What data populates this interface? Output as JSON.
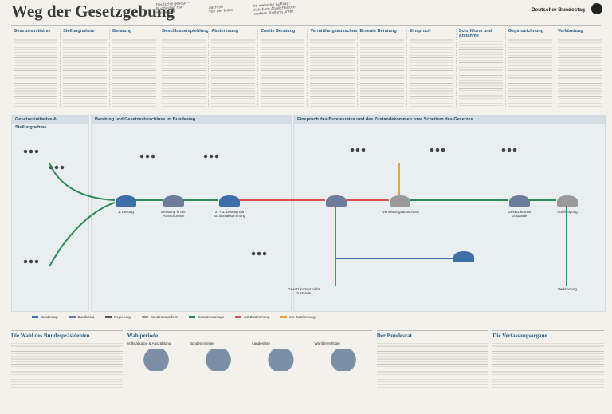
{
  "title": "Weg der Gesetzgebung",
  "brand": "Deutscher Bundestag",
  "handwritten": [
    "Deutsche gesagt —\nBundestag mit\nBundesrat",
    "nach 50\nvon der Mitte",
    "Im weiteren Auftrag:\nsichtbare Ähnlichkeiten,\nweitere Stellung unter"
  ],
  "columns": [
    "Gesetzesinitiative",
    "Stellungnahme",
    "Beratung",
    "Beschlussempfehlung",
    "Abstimmung",
    "Zweite Beratung",
    "Vermittlungsausschuss",
    "Erneute Beratung",
    "Einspruch",
    "Schriftform und Annahme",
    "Gegenzeichnung",
    "Verkündung"
  ],
  "panels": {
    "p1": "Gesetzesinitiative & Stellungnahme",
    "p2": "Beratung und Gesetzesbeschluss im Bundestag",
    "p3": "Einspruch des Bundesrates und des Zustandekommen bzw. Scheitern des Gesetzes"
  },
  "nodes": {
    "n1": "1. Lesung",
    "n2": "Beratung in den Ausschüssen",
    "n3": "2. + 3. Lesung mit Schlussabstimmung",
    "n4": "Vermittlungsausschuss",
    "n5": "Gesetz kommt zustande",
    "n6": "Gesetz kommt nicht zustande",
    "n7": "Ausfertigung",
    "n8": "Verkündung"
  },
  "legend": [
    {
      "label": "Bundestag",
      "color": "#3f6fa8"
    },
    {
      "label": "Bundesrat",
      "color": "#6d7c9a"
    },
    {
      "label": "Regierung",
      "color": "#555555"
    },
    {
      "label": "Bundespräsident",
      "color": "#9a9a9a"
    },
    {
      "label": "Gesetzesvorlage",
      "color": "#2e8b57"
    },
    {
      "label": "mit Zustimmung",
      "color": "#d9534f"
    },
    {
      "label": "zur Zustimmung",
      "color": "#e8a23a"
    }
  ],
  "bottom": {
    "s1": "Die Wahl des Bundespräsidenten",
    "s2": "Wahlperiode",
    "s3": "Der Bundesrat",
    "s4": "Die Verfassungsorgane",
    "sub": [
      "Volksabgabe & Auszählung",
      "Bundesminister",
      "Landesliste",
      "Wahlberechtigte"
    ]
  }
}
